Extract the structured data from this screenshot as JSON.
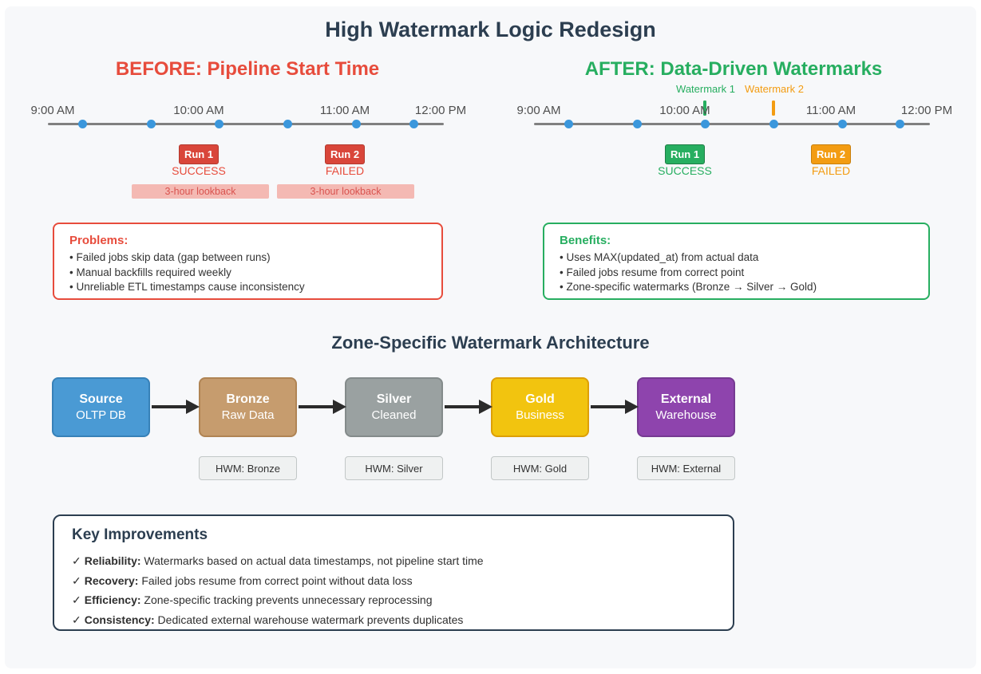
{
  "title": "High Watermark Logic Redesign",
  "before": {
    "heading": "BEFORE: Pipeline Start Time",
    "time_labels": [
      "9:00 AM",
      "10:00 AM",
      "11:00 AM",
      "12:00 PM"
    ],
    "runs": [
      {
        "label": "Run 1",
        "status": "SUCCESS"
      },
      {
        "label": "Run 2",
        "status": "FAILED"
      }
    ],
    "lookbacks": [
      "3-hour lookback",
      "3-hour lookback"
    ],
    "problems": {
      "title": "Problems:",
      "items": [
        "• Failed jobs skip data (gap between runs)",
        "• Manual backfills required weekly",
        "• Unreliable ETL timestamps cause inconsistency"
      ]
    }
  },
  "after": {
    "heading": "AFTER: Data-Driven Watermarks",
    "watermarks": [
      {
        "label": "Watermark 1"
      },
      {
        "label": "Watermark 2"
      }
    ],
    "time_labels": [
      "9:00 AM",
      "10:00 AM",
      "11:00 AM",
      "12:00 PM"
    ],
    "runs": [
      {
        "label": "Run 1",
        "status": "SUCCESS"
      },
      {
        "label": "Run 2",
        "status": "FAILED"
      }
    ],
    "benefits": {
      "title": "Benefits:",
      "items": [
        "• Uses MAX(updated_at) from actual data",
        "• Failed jobs resume from correct point",
        "• Zone-specific watermarks (Bronze → Silver → Gold)"
      ]
    }
  },
  "architecture": {
    "heading": "Zone-Specific Watermark Architecture",
    "nodes": [
      {
        "title": "Source",
        "subtitle": "OLTP DB"
      },
      {
        "title": "Bronze",
        "subtitle": "Raw Data"
      },
      {
        "title": "Silver",
        "subtitle": "Cleaned"
      },
      {
        "title": "Gold",
        "subtitle": "Business"
      },
      {
        "title": "External",
        "subtitle": "Warehouse"
      }
    ],
    "hwm_labels": [
      "HWM: Bronze",
      "HWM: Silver",
      "HWM: Gold",
      "HWM: External"
    ]
  },
  "improvements": {
    "title": "Key Improvements",
    "check_glyph": "✓",
    "items": [
      {
        "term": "Reliability:",
        "text": " Watermarks based on actual data timestamps, not pipeline start time"
      },
      {
        "term": "Recovery:",
        "text": " Failed jobs resume from correct point without data loss"
      },
      {
        "term": "Efficiency:",
        "text": " Zone-specific tracking prevents unnecessary reprocessing"
      },
      {
        "term": "Consistency:",
        "text": " Dedicated external warehouse watermark prevents duplicates"
      }
    ]
  },
  "colors": {
    "navy": "#2c3e50",
    "red": "#e74c3c",
    "green": "#27ae60",
    "orange": "#f39c12",
    "timeline_dot_blue": "#3b97dc",
    "node_source_blue": "#4a9ad4",
    "node_bronze": "#c69c6e",
    "node_silver": "#9aa1a1",
    "node_gold": "#f2c40f",
    "node_external_purple": "#8e44ad",
    "panel_bg": "#f7f8fa"
  }
}
